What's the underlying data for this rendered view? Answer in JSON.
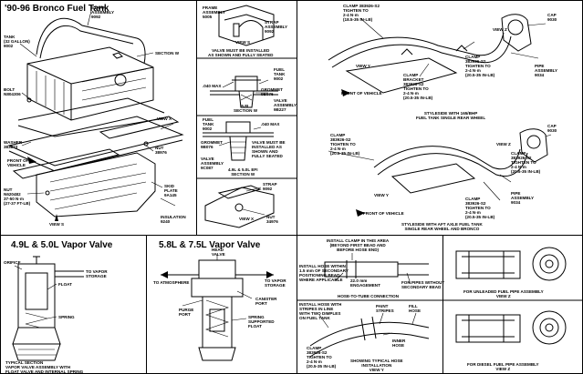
{
  "main": {
    "title": "'90-96 Bronco Fuel Tank",
    "labels": {
      "strap_assembly": "STRAP\nASSEMBLY\n9092",
      "tank": "TANK\n(32 GALLON)\n9002",
      "section_w": "SECTION W",
      "bolt": "BOLT\nN804306",
      "view_x": "VIEW X",
      "washer": "WASHER\n383873",
      "front_of_vehicle": "FRONT OF\nVEHICLE",
      "nut_38976": "NUT\n38976",
      "skid_plate": "SKID\nPLATE\n9A145",
      "nut_torque": "NUT\nN620482\n37-50 N·m\n(27-37 FT-LB)",
      "view_s": "VIEW S",
      "insulation": "INSULATION\n9240"
    }
  },
  "inset_s": {
    "labels": {
      "frame_assembly": "FRAME\nASSEMBLY\n5005",
      "strap_assembly": "STRAP\nASSEMBLY\n9092",
      "view_s": "VIEW S"
    }
  },
  "inset_valve": {
    "labels": {
      "note": "VALVE MUST BE INSTALLED\nAS SHOWN AND FULLY SEATED",
      "max": ".040 MAX",
      "fuel_tank": "FUEL\nTANK\n9002",
      "grommet": "GROMMET\n9B076",
      "valve_assy": "VALVE\nASSEMBLY\n9B227",
      "section_caption": "5.8L\nSECTION W"
    }
  },
  "inset_valve2": {
    "labels": {
      "fuel_tank": "FUEL\nTANK\n9002",
      "max": ".040 MAX",
      "grommet": "GROMMET\n9B076",
      "note": "VALVE MUST BE\nINSTALLED AS\nSHOWN AND\nFULLY SEATED",
      "valve_assy": "VALVE\nASSEMBLY\n9C087",
      "section_caption": "4.9L & 5.0L EFI\nSECTION W"
    }
  },
  "inset_strap": {
    "labels": {
      "strap": "STRAP\n9092",
      "view_x": "VIEW X",
      "nut": "NUT\n34976"
    }
  },
  "upper_right": {
    "labels": {
      "clamp_top": "CLAMP 383926-S2\nTIGHTEN TO\n2-4 N·m\n(18.5-35 IN-LB)",
      "cap_top": "CAP\n9030",
      "view_z_top": "VIEW Z",
      "view_y_top": "VIEW Y",
      "clamp_mid": "CLAMP\n383926-S2\nTIGHTEN TO\n2-4 N·m\n(20.5-35 IN-LB)",
      "clamp_bracket": "CLAMP\nBRACKET\n383926-S2\nTIGHTEN TO\n2-4 N·m\n(20.5-35 IN-LB)",
      "pipe_top": "PIPE\nASSEMBLY\n9034",
      "front_top": "FRONT OF VEHICLE",
      "caption_top": "STYLESIDE WITH 165/BHP\nFUEL TANK SINGLE REAR WHEEL",
      "cap_bottom": "CAP\n9030",
      "clamp_bottom_left": "CLAMP\n383926-S2\nTIGHTEN TO\n2-4 N·m\n(20.5-35 IN-LB)",
      "view_z_bottom": "VIEW Z",
      "clamp_bottom_right": "CLAMP\n383926-S2\nTIGHTEN TO\n2-4 N·m\n(20.5-35 IN-LB)",
      "view_y_bottom": "VIEW Y",
      "clamp_lower": "CLAMP\n383926-S2\nTIGHTEN TO\n2-4 N·m\n(20.5-35 IN-LB)",
      "pipe_bottom": "PIPE\nASSEMBLY\n9034",
      "front_bottom": "FRONT OF VEHICLE",
      "caption_bottom": "STYLESIDE WITH AFT AXLE FUEL TANK\nSINGLE REAR WHEEL AND BRONCO"
    }
  },
  "panel_49": {
    "title": "4.9L & 5.0L Vapor Valve",
    "labels": {
      "orifice": "ORIFICE",
      "to_vapor": "TO VAPOR\nSTORAGE",
      "float": "FLOAT",
      "spring": "SPRING",
      "caption": "TYPICAL SECTION\nVAPOR VALVE ASSEMBLY WITH\nFLOAT VALVE AND INTERNAL SPRING"
    }
  },
  "panel_58": {
    "title": "5.8L & 7.5L Vapor Valve",
    "labels": {
      "head_valve": "HEAD\nVALVE",
      "to_atmosphere": "TO ATMOSPHERE",
      "to_vapor": "TO VAPOR\nSTORAGE",
      "canister": "CANISTER\nPORT",
      "purge": "PURGE\nPORT",
      "spring_float": "SPRING\nSUPPORTED\nFLOAT"
    }
  },
  "panel_hose": {
    "labels": {
      "install_clamp": "INSTALL CLAMP IN THIS AREA\n(BEYOND FIRST BEAD AND\nBEFORE HOSE END)",
      "install_hose": "INSTALL HOSE WITHIN\n1.5 mm OF SECONDARY\nPOSITIONING BEAD\nWHERE APPLICABLE",
      "engagement": "22.0 mm\nENGAGEMENT",
      "for_pipes": "FOR PIPES WITHOUT\nSECONDARY BEAD",
      "hose_to_tube": "HOSE-TO-TUBE CONNECTION",
      "install_with_stripes": "INSTALL HOSE WITH\nSTRIPES IN LINE\nWITH TWO DIMPLES\nON FUEL TANK",
      "paint_stripes": "PAINT\nSTRIPES",
      "fill_hose": "FILL\nHOSE",
      "inner_hose": "INNER\nHOSE",
      "clamp": "CLAMP\n383926-S2\nTIGHTEN TO\n2-4 N·m\n(20.5-35 IN-LB)",
      "caption": "SHOWING TYPICAL HOSE\nINSTALLATION\nVIEW Y"
    }
  },
  "panel_pipes": {
    "labels": {
      "unleaded": "FOR UNLEADED FUEL PIPE ASSEMBLY\nVIEW Z",
      "diesel": "FOR DIESEL FUEL PIPE ASSEMBLY\nVIEW Z"
    }
  }
}
